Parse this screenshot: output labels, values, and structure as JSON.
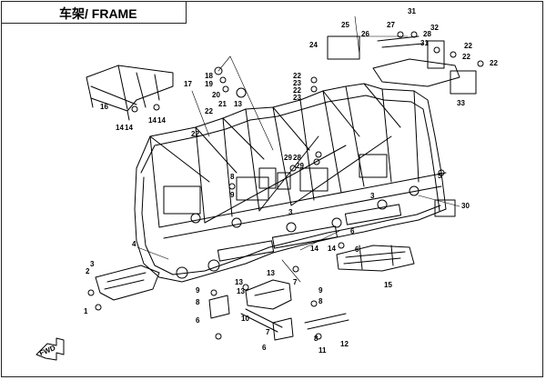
{
  "title": "车架/ FRAME",
  "fwd_label": "FWD",
  "callouts": [
    {
      "n": "25"
    },
    {
      "n": "31"
    },
    {
      "n": "27"
    },
    {
      "n": "32"
    },
    {
      "n": "26"
    },
    {
      "n": "28"
    },
    {
      "n": "31"
    },
    {
      "n": "24"
    },
    {
      "n": "22"
    },
    {
      "n": "22"
    },
    {
      "n": "22"
    },
    {
      "n": "33"
    },
    {
      "n": "22"
    },
    {
      "n": "23"
    },
    {
      "n": "22"
    },
    {
      "n": "23"
    },
    {
      "n": "18"
    },
    {
      "n": "19"
    },
    {
      "n": "20"
    },
    {
      "n": "21"
    },
    {
      "n": "13"
    },
    {
      "n": "17"
    },
    {
      "n": "22"
    },
    {
      "n": "22"
    },
    {
      "n": "16"
    },
    {
      "n": "14"
    },
    {
      "n": "14"
    },
    {
      "n": "14"
    },
    {
      "n": "14"
    },
    {
      "n": "8"
    },
    {
      "n": "9"
    },
    {
      "n": "29"
    },
    {
      "n": "28"
    },
    {
      "n": "29"
    },
    {
      "n": "3"
    },
    {
      "n": "3"
    },
    {
      "n": "5"
    },
    {
      "n": "30"
    },
    {
      "n": "6"
    },
    {
      "n": "4"
    },
    {
      "n": "6"
    },
    {
      "n": "14"
    },
    {
      "n": "14"
    },
    {
      "n": "2"
    },
    {
      "n": "3"
    },
    {
      "n": "1"
    },
    {
      "n": "13"
    },
    {
      "n": "7"
    },
    {
      "n": "13"
    },
    {
      "n": "15"
    },
    {
      "n": "9"
    },
    {
      "n": "8"
    },
    {
      "n": "13"
    },
    {
      "n": "6"
    },
    {
      "n": "9"
    },
    {
      "n": "8"
    },
    {
      "n": "10"
    },
    {
      "n": "7"
    },
    {
      "n": "6"
    },
    {
      "n": "8"
    },
    {
      "n": "11"
    },
    {
      "n": "12"
    }
  ]
}
